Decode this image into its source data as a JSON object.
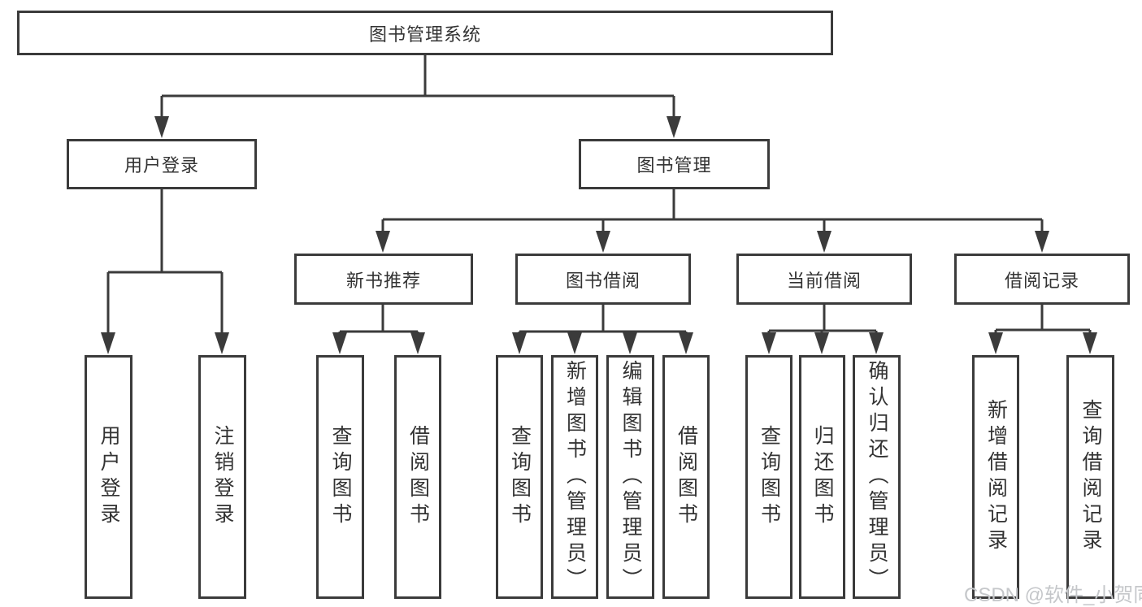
{
  "diagram_type": "hierarchy-tree",
  "line_color": "#3b3b3b",
  "box_border_color": "#3b3b3b",
  "text_color": "#333333",
  "watermark_color": "#c5c7ca",
  "tree": {
    "label": "图书管理系统",
    "children": [
      {
        "label": "用户登录",
        "children": [
          {
            "label": "用户登录"
          },
          {
            "label": "注销登录"
          }
        ]
      },
      {
        "label": "图书管理",
        "children": [
          {
            "label": "新书推荐",
            "children": [
              {
                "label": "查询图书"
              },
              {
                "label": "借阅图书"
              }
            ]
          },
          {
            "label": "图书借阅",
            "children": [
              {
                "label": "查询图书"
              },
              {
                "label": "新增图书（管理员）"
              },
              {
                "label": "编辑图书（管理员）"
              },
              {
                "label": "借阅图书"
              }
            ]
          },
          {
            "label": "当前借阅",
            "children": [
              {
                "label": "查询图书"
              },
              {
                "label": "归还图书"
              },
              {
                "label": "确认归还（管理员）"
              }
            ]
          },
          {
            "label": "借阅记录",
            "children": [
              {
                "label": "新增借阅记录"
              },
              {
                "label": "查询借阅记录"
              }
            ]
          }
        ]
      }
    ]
  },
  "watermark": "CSDN @软件_小贺同学"
}
